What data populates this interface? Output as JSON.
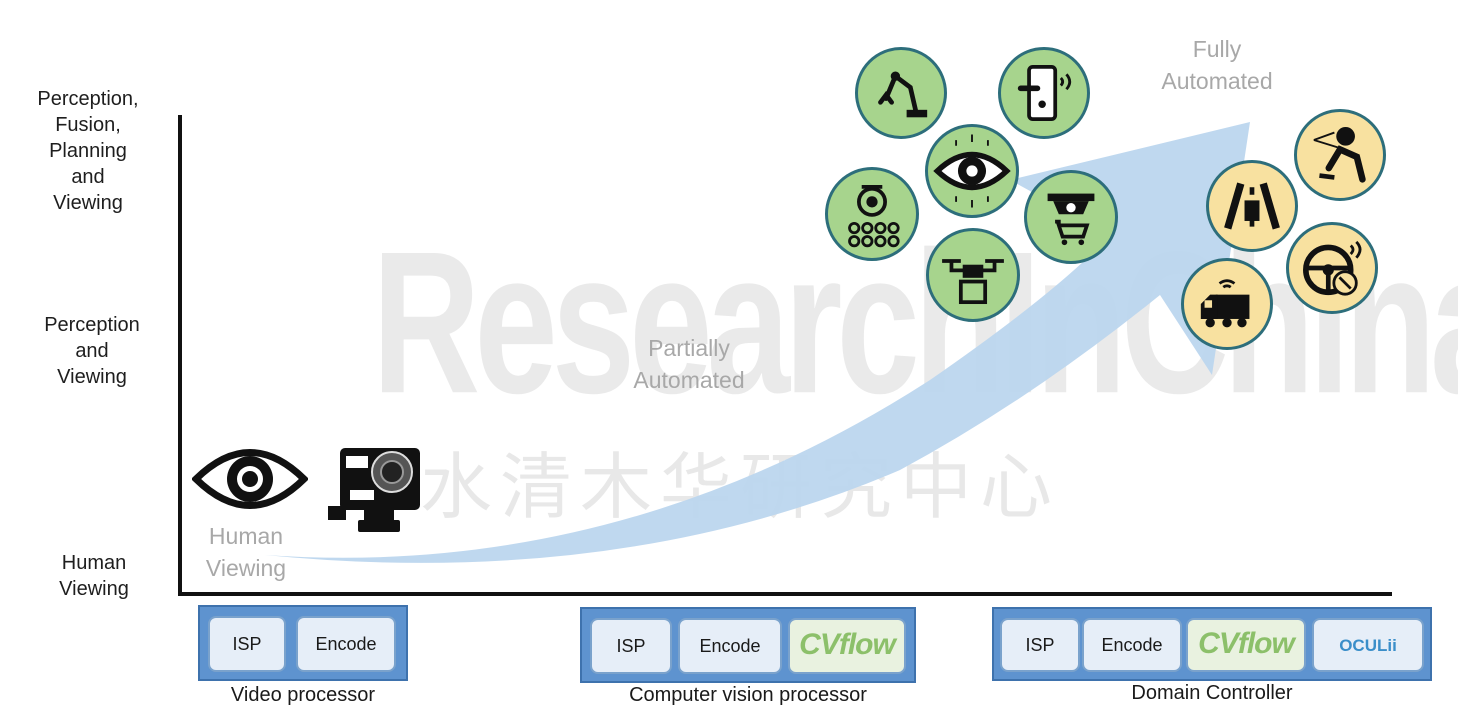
{
  "y_axis_levels": [
    {
      "lines": [
        "Perception,",
        "Fusion,",
        "Planning",
        "and",
        "Viewing"
      ]
    },
    {
      "lines": [
        "Perception",
        "and",
        "Viewing"
      ]
    },
    {
      "lines": [
        "Human",
        "Viewing"
      ]
    }
  ],
  "stages": {
    "human": [
      "Human",
      "Viewing"
    ],
    "partial": [
      "Partially",
      "Automated"
    ],
    "full": [
      "Fully",
      "Automated"
    ]
  },
  "watermark": {
    "latin": "ResearchInChina",
    "chinese": "水清木华研究中心"
  },
  "icons": {
    "human_stage": [
      "eye-icon",
      "action-camera-icon"
    ],
    "partial_stage": [
      "robot-arm-icon",
      "smart-lock-icon",
      "computer-vision-eye-icon",
      "neural-network-icon",
      "retail-camera-cart-icon",
      "drone-icon"
    ],
    "full_stage": [
      "road-lane-icon",
      "driver-monitoring-icon",
      "steering-wheel-icon",
      "autonomous-truck-icon"
    ]
  },
  "colors": {
    "arrow": "#bcd6ee",
    "green_circle": "#a7d48d",
    "yellow_circle": "#f8e1a0",
    "processor_box": "#5e93cf"
  },
  "processors": [
    {
      "label": "Video processor",
      "chips": [
        "ISP",
        "Encode"
      ]
    },
    {
      "label": "Computer vision processor",
      "chips": [
        "ISP",
        "Encode",
        "CVflow"
      ]
    },
    {
      "label": "Domain Controller",
      "chips": [
        "ISP",
        "Encode",
        "CVflow",
        "OCULii"
      ]
    }
  ]
}
